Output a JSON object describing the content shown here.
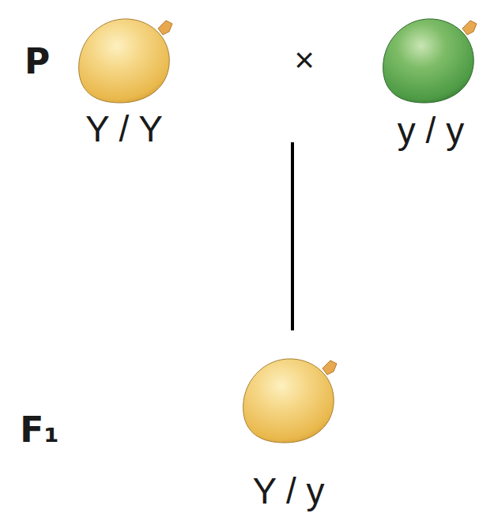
{
  "diagram": {
    "labels": [
      "P",
      "Y / Y",
      "×",
      "y / y",
      "F₁",
      "Y / y"
    ]
  }
}
